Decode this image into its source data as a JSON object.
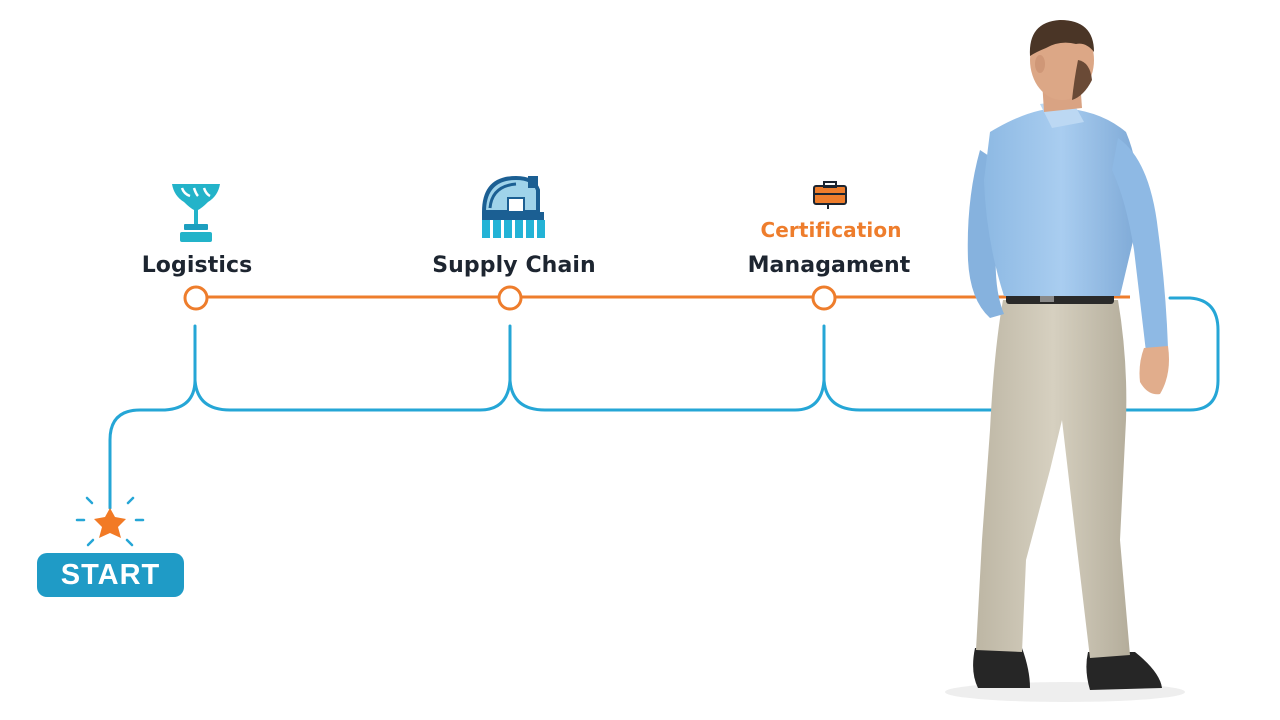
{
  "diagram": {
    "start_label": "START",
    "nodes": [
      {
        "id": "logistics",
        "label": "Logistics",
        "icon": "trophy-icon"
      },
      {
        "id": "supply",
        "label": "Supply Chain",
        "icon": "dome-icon"
      },
      {
        "id": "management",
        "sublabel": "Certification",
        "label": "Managament",
        "icon": "briefcase-icon"
      }
    ],
    "colors": {
      "timeline": "#ee7d2c",
      "connector": "#25a6d6",
      "start_badge": "#1f9bc6",
      "star": "#f27a25",
      "text": "#1d2530"
    },
    "person": "standing-man-illustration"
  }
}
